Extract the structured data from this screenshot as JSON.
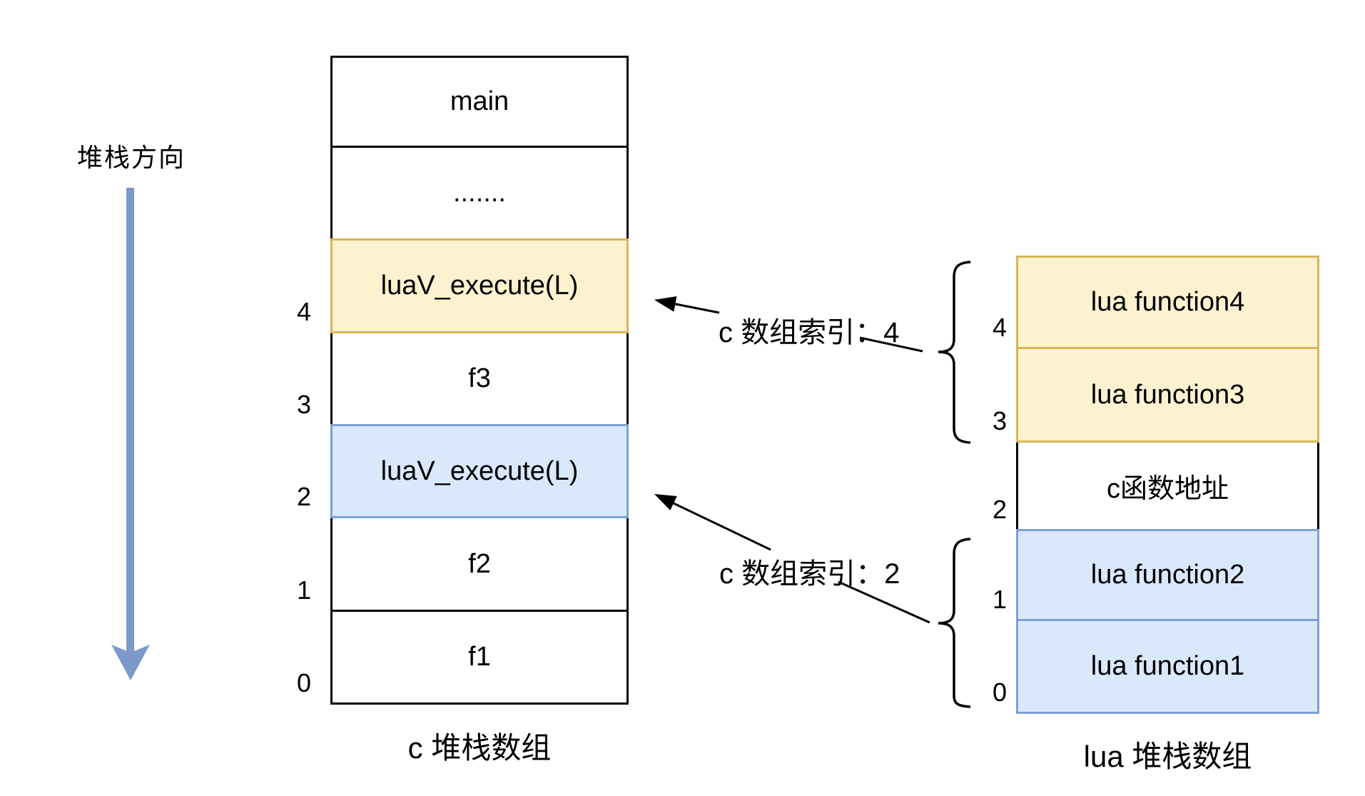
{
  "direction_label": "堆栈方向",
  "c_stack": {
    "caption": "c 堆栈数组",
    "cells": [
      {
        "label": "main",
        "index": ""
      },
      {
        "label": ".......",
        "index": ""
      },
      {
        "label": "luaV_execute(L)",
        "index": "4"
      },
      {
        "label": "f3",
        "index": "3"
      },
      {
        "label": "luaV_execute(L)",
        "index": "2"
      },
      {
        "label": "f2",
        "index": "1"
      },
      {
        "label": "f1",
        "index": "0"
      }
    ]
  },
  "lua_stack": {
    "caption": "lua 堆栈数组",
    "cells": [
      {
        "label": "lua function4",
        "index": "4"
      },
      {
        "label": "lua function3",
        "index": "3"
      },
      {
        "label": "c函数地址",
        "index": "2"
      },
      {
        "label": "lua function2",
        "index": "1"
      },
      {
        "label": "lua function1",
        "index": "0"
      }
    ]
  },
  "annotations": {
    "index4_label": "c 数组索引：4",
    "index2_label": "c 数组索引：2"
  },
  "colors": {
    "yellow_fill": "#FCF2CF",
    "yellow_stroke": "#D6B656",
    "blue_fill": "#DAE8FC",
    "blue_stroke": "#7EA0D4",
    "line_black": "#000000",
    "direction_arrow_blue": "#7D99C9"
  }
}
